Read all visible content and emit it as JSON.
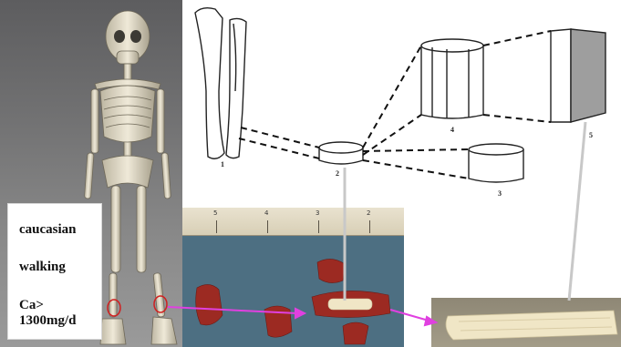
{
  "info_box": {
    "line1": "caucasian",
    "line2": "walking",
    "line3": "Ca>",
    "line4": "1300mg/d"
  },
  "diagram_labels": [
    "1",
    "2",
    "3",
    "4",
    "5"
  ],
  "ruler_numbers": [
    "5",
    "4",
    "3",
    "2"
  ],
  "colors": {
    "arrow_magenta": "#e040e0",
    "connector_gray": "#c8c8c8",
    "specimen_red": "#9c2a22",
    "bone_cream": "#f0e6c6",
    "cloth_blue": "#4d6f82"
  }
}
